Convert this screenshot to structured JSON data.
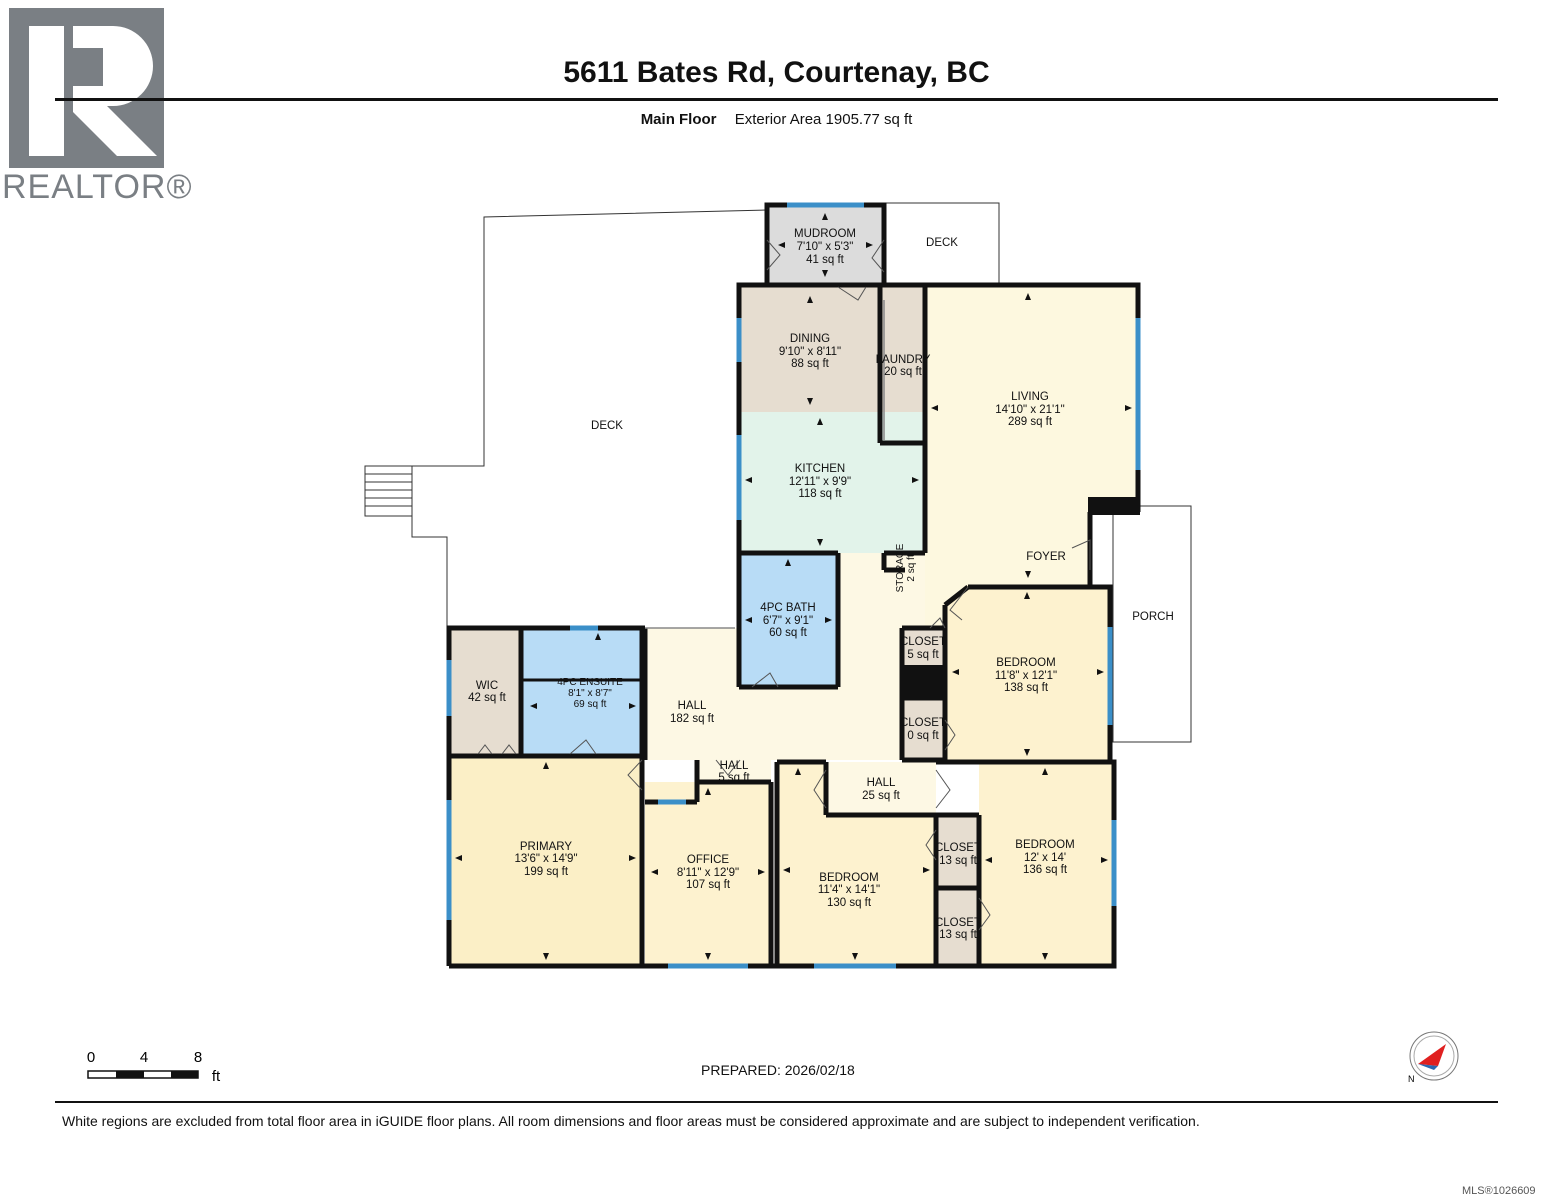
{
  "branding": {
    "logo_text": "REALTOR®"
  },
  "header": {
    "title": "5611 Bates Rd, Courtenay, BC",
    "floor_label": "Main Floor",
    "area_label": "Exterior Area 1905.77 sq ft"
  },
  "rooms": {
    "mudroom": {
      "name": "MUDROOM",
      "dims": "7'10\" x 5'3\"",
      "area": "41 sq ft"
    },
    "deck_top": {
      "name": "DECK"
    },
    "deck_main": {
      "name": "DECK"
    },
    "dining": {
      "name": "DINING",
      "dims": "9'10\" x 8'11\"",
      "area": "88 sq ft"
    },
    "laundry": {
      "name": "LAUNDRY",
      "area": "20 sq ft"
    },
    "living": {
      "name": "LIVING",
      "dims": "14'10\" x 21'1\"",
      "area": "289 sq ft"
    },
    "kitchen": {
      "name": "KITCHEN",
      "dims": "12'11\" x 9'9\"",
      "area": "118 sq ft"
    },
    "storage": {
      "name": "STORAGE",
      "area": "2 sq ft"
    },
    "foyer": {
      "name": "FOYER"
    },
    "porch": {
      "name": "PORCH"
    },
    "bath": {
      "name": "4PC BATH",
      "dims": "6'7\" x 9'1\"",
      "area": "60 sq ft"
    },
    "wic": {
      "name": "WIC",
      "area": "42 sq ft"
    },
    "ensuite": {
      "name": "4PC ENSUITE",
      "dims": "8'1\" x 8'7\"",
      "area": "69 sq ft"
    },
    "hall_main": {
      "name": "HALL",
      "area": "182 sq ft"
    },
    "closet1": {
      "name": "CLOSET",
      "area": "5 sq ft"
    },
    "closet2": {
      "name": "CLOSET",
      "area": "0 sq ft"
    },
    "bedroom1": {
      "name": "BEDROOM",
      "dims": "11'8\" x 12'1\"",
      "area": "138 sq ft"
    },
    "hall_small": {
      "name": "HALL",
      "area": "5 sq ft"
    },
    "hall_mid": {
      "name": "HALL",
      "area": "25 sq ft"
    },
    "primary": {
      "name": "PRIMARY",
      "dims": "13'6\" x 14'9\"",
      "area": "199 sq ft"
    },
    "office": {
      "name": "OFFICE",
      "dims": "8'11\" x 12'9\"",
      "area": "107 sq ft"
    },
    "bedroom2": {
      "name": "BEDROOM",
      "dims": "11'4\" x 14'1\"",
      "area": "130 sq ft"
    },
    "closet3": {
      "name": "CLOSET",
      "area": "13 sq ft"
    },
    "closet4": {
      "name": "CLOSET",
      "area": "13 sq ft"
    },
    "bedroom3": {
      "name": "BEDROOM",
      "dims": "12' x 14'",
      "area": "136 sq ft"
    }
  },
  "scale": {
    "ticks": [
      "0",
      "4",
      "8"
    ],
    "unit": "ft"
  },
  "footer": {
    "prepared": "PREPARED: 2026/02/18",
    "disclaimer": "White regions are excluded from total floor area in iGUIDE floor plans. All room dimensions and floor areas must be considered approximate and are subject to independent verification.",
    "mls": "MLS®1026609"
  },
  "compass": {
    "label": "N"
  },
  "colors": {
    "wall": "#111111",
    "window": "#3b8fc8",
    "mudroom": "#dcdcdc",
    "dining": "#e6ddd0",
    "laundry": "#e6ddd0",
    "living": "#fdf8df",
    "kitchen": "#e2f3ea",
    "bath": "#b8dcf6",
    "wic": "#e6ddd0",
    "bedroom_primary": "#fbefc6",
    "bedroom": "#fdf2cf",
    "hall": "#fdf8e4",
    "closet": "#e6ddd0",
    "compass_arrow": "#e02020"
  }
}
